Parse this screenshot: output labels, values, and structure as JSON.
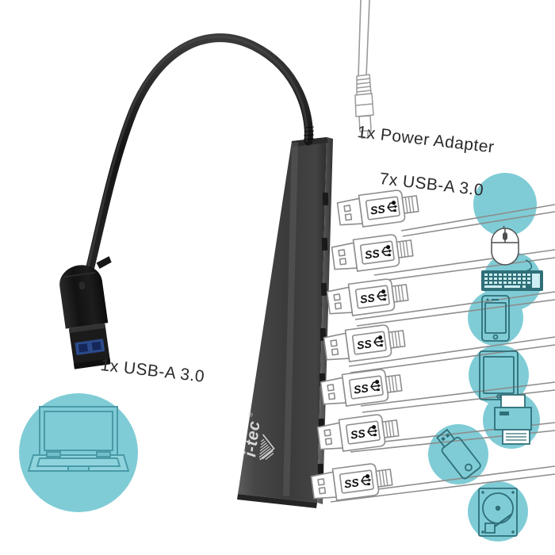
{
  "page": {
    "title": "i-tec USB 3.0 Metal Charging HUB 7 Port product diagram",
    "background_color": "#ffffff"
  },
  "colors": {
    "teal_circle": "#7fccd6",
    "icon_stroke": "#2f6f78",
    "hub_body_dark": "#3a3a3a",
    "hub_body_light": "#5a5a5a",
    "cable_black": "#1c1c1c",
    "line_art": "#6b6b6b",
    "text": "#2b2b2b",
    "usb_blue": "#2a4a8a"
  },
  "labels": {
    "power_adapter": "1x Power Adapter",
    "usb_seven": "7x USB-A 3.0",
    "usb_one": "1x USB-A 3.0"
  },
  "product": {
    "brand_logo": "i-tec",
    "brand_mark": "®",
    "body_name": "usb-hub-body"
  },
  "connectors": {
    "count": 7,
    "marking": "SS",
    "type": "USB-A 3.0 SuperSpeed",
    "items": [
      {
        "index": 1,
        "device": "mouse"
      },
      {
        "index": 2,
        "device": "keyboard"
      },
      {
        "index": 3,
        "device": "smartphone"
      },
      {
        "index": 4,
        "device": "tablet"
      },
      {
        "index": 5,
        "device": "printer"
      },
      {
        "index": 6,
        "device": "usb-flash-drive"
      },
      {
        "index": 7,
        "device": "hard-drive"
      }
    ]
  },
  "devices": [
    {
      "name": "mouse-icon",
      "label": "mouse"
    },
    {
      "name": "keyboard-icon",
      "label": "keyboard"
    },
    {
      "name": "smartphone-icon",
      "label": "smartphone"
    },
    {
      "name": "tablet-icon",
      "label": "tablet"
    },
    {
      "name": "printer-icon",
      "label": "printer"
    },
    {
      "name": "usb-flash-drive-icon",
      "label": "USB flash drive"
    },
    {
      "name": "hard-drive-icon",
      "label": "external hard drive"
    }
  ],
  "host": {
    "name": "laptop-icon",
    "label": "laptop"
  },
  "power": {
    "name": "dc-barrel-plug",
    "label": "DC power adapter plug"
  }
}
